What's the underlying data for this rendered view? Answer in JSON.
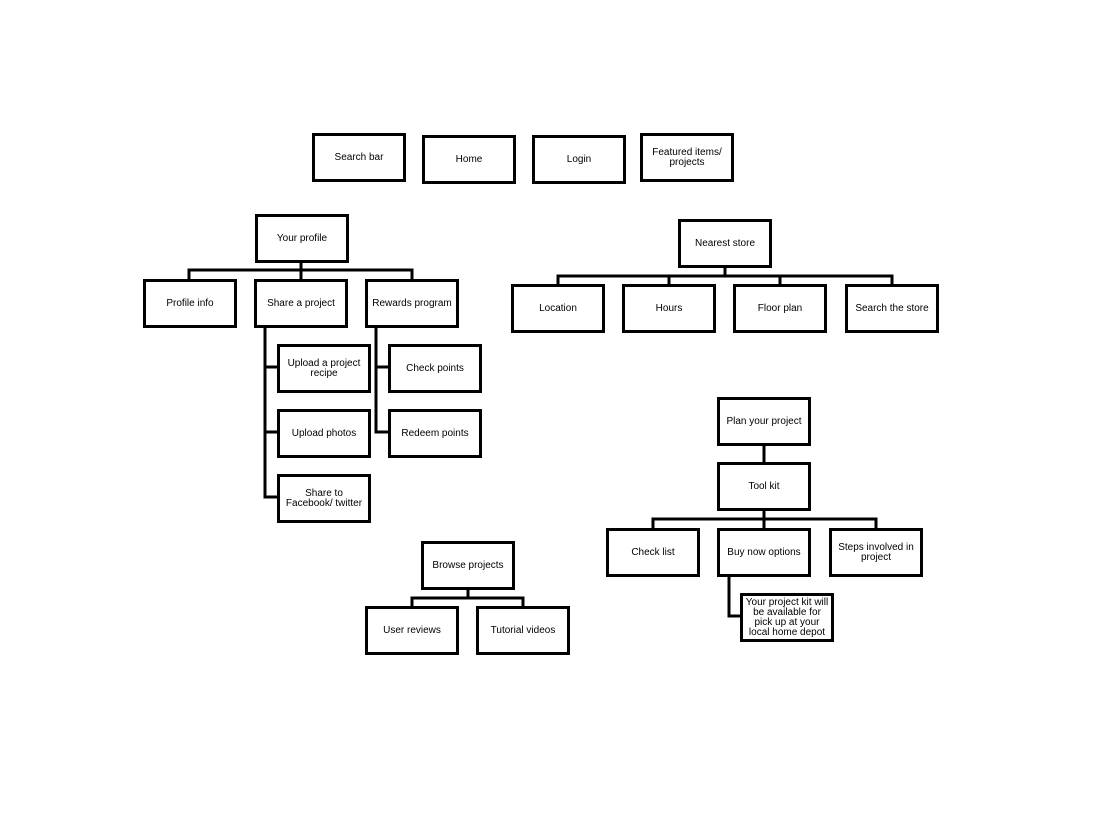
{
  "nav": {
    "search_bar": "Search bar",
    "home": "Home",
    "login": "Login",
    "featured": "Featured items/ projects"
  },
  "profile": {
    "root": "Your profile",
    "profile_info": "Profile info",
    "share_project": "Share a project",
    "rewards_program": "Rewards program",
    "upload_recipe": "Upload a project recipe",
    "upload_photos": "Upload photos",
    "share_social": "Share to Facebook/ twitter",
    "check_points": "Check points",
    "redeem_points": "Redeem points"
  },
  "store": {
    "root": "Nearest store",
    "location": "Location",
    "hours": "Hours",
    "floor_plan": "Floor plan",
    "search_store": "Search the store"
  },
  "plan": {
    "root": "Plan your project",
    "tool_kit": "Tool kit",
    "check_list": "Check list",
    "buy_now": "Buy now options",
    "steps": "Steps involved in project",
    "kit_note": "Your project kit will be available for pick up at your local home depot"
  },
  "browse": {
    "root": "Browse projects",
    "user_reviews": "User reviews",
    "tutorial_videos": "Tutorial videos"
  }
}
